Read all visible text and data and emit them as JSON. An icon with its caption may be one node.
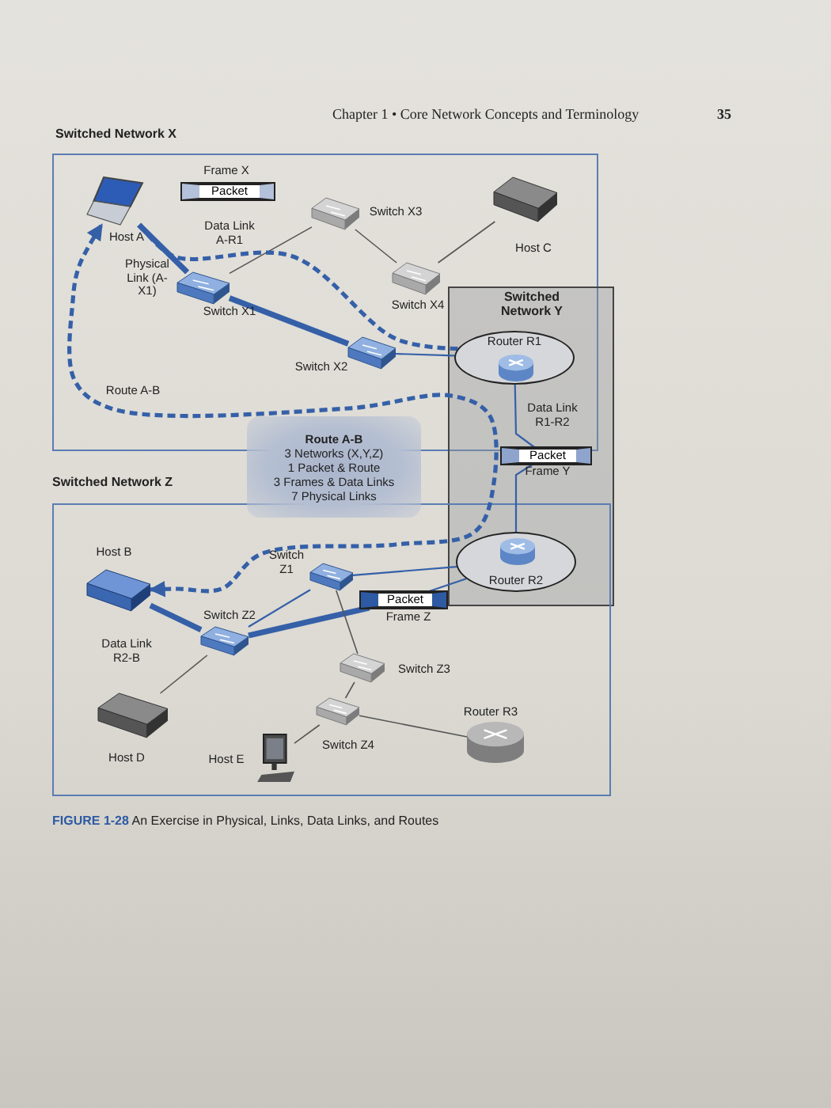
{
  "diagram": {
    "caption": "**FIGURE 1-28** An Exercise in Physical, Links, Data Links, and Routes",
    "nodes": [
      {
        "text": [
          "Switched Network X"
        ]
      },
      {
        "text": [
          "Switched Network Y"
        ]
      },
      {
        "text": [
          "Switched Network Z"
        ]
      },
      {
        "text": [],
        "shape": "picture",
        "in": 0,
        "beside": [
          "Host A"
        ]
      },
      {
        "text": [],
        "shape": "picture",
        "in": 0,
        "beside": [
          "Switch X1"
        ]
      },
      {
        "text": [],
        "shape": "picture",
        "in": 0,
        "beside": [
          "Switch X2"
        ]
      },
      {
        "text": [],
        "shape": "picture",
        "in": 0,
        "beside": [
          "Switch X3"
        ]
      },
      {
        "text": [],
        "shape": "picture",
        "in": 0,
        "beside": [
          "Switch X4"
        ]
      },
      {
        "text": [],
        "shape": "picture",
        "in": 0,
        "beside": [
          "Host C"
        ]
      },
      {
        "text": [
          "Router R1"
        ]
      },
      {
        "text": [
          "Packet"
        ],
        "in": 0,
        "beside": [
          "Frame X"
        ]
      },
      {
        "text": [
          "Packet"
        ],
        "in": 1,
        "beside": [
          "Frame Y"
        ]
      },
      {
        "text": [
          "Route A-B",
          "3 Networks (X,Y,Z)",
          "1 Packet & Route",
          "3 Frames & Data Links",
          "7 Physical Links"
        ]
      },
      {
        "text": [
          "Router R2"
        ]
      },
      {
        "text": [],
        "shape": "picture",
        "in": 2,
        "beside": [
          "Host B"
        ]
      },
      {
        "text": [],
        "shape": "picture",
        "in": 2,
        "beside": [
          "Switch Z1"
        ]
      },
      {
        "text": [
          "Packet"
        ],
        "in": 2,
        "beside": [
          "Frame Z"
        ]
      },
      {
        "text": [],
        "shape": "picture",
        "in": 2,
        "beside": [
          "Switch Z2"
        ]
      },
      {
        "text": [],
        "shape": "picture",
        "in": 2,
        "beside": [
          "Switch Z3"
        ]
      },
      {
        "text": [],
        "shape": "picture",
        "in": 2,
        "beside": [
          "Switch Z4"
        ]
      },
      {
        "text": [],
        "shape": "picture",
        "in": 2,
        "beside": [
          "Host D"
        ]
      },
      {
        "text": [],
        "shape": "picture",
        "in": 2,
        "beside": [
          "Host E"
        ]
      },
      {
        "text": [],
        "shape": "cylinder",
        "in": 2,
        "beside": [
          "Router R3"
        ]
      }
    ],
    "edges": [
      {
        "from": 3,
        "to": 4,
        "arrow": "none",
        "style": "thick"
      },
      {
        "from": 4,
        "to": 5,
        "arrow": "none",
        "style": "thick"
      },
      {
        "from": 5,
        "to": 9,
        "arrow": "none"
      },
      {
        "from": 4,
        "to": 6,
        "arrow": "none",
        "color": "#555555"
      },
      {
        "from": 6,
        "to": 7,
        "arrow": "none",
        "color": "#555555"
      },
      {
        "from": 7,
        "to": 8,
        "arrow": "none",
        "color": "#555555"
      },
      {
        "from": 3,
        "to": 9,
        "arrow": "none",
        "style": "dashed"
      },
      {
        "from": 9,
        "to": 11,
        "arrow": "none"
      },
      {
        "from": 11,
        "to": 13,
        "arrow": "none"
      },
      {
        "from": 13,
        "to": 15,
        "arrow": "none"
      },
      {
        "from": 13,
        "to": 16,
        "arrow": "none"
      },
      {
        "from": 16,
        "to": 17,
        "arrow": "none",
        "style": "thick"
      },
      {
        "from": 14,
        "to": 17,
        "arrow": "none",
        "style": "thick"
      },
      {
        "from": 17,
        "to": 15,
        "arrow": "none"
      },
      {
        "from": 15,
        "to": 18,
        "arrow": "none",
        "color": "#555555"
      },
      {
        "from": 18,
        "to": 19,
        "arrow": "none",
        "color": "#555555"
      },
      {
        "from": 19,
        "to": 21,
        "arrow": "none",
        "color": "#555555"
      },
      {
        "from": 19,
        "to": 22,
        "arrow": "none",
        "color": "#555555"
      },
      {
        "from": 17,
        "to": 20,
        "arrow": "none",
        "color": "#555555"
      },
      {
        "from": 14,
        "to": 3,
        "arrow": "both",
        "style": "dashed"
      }
    ],
    "labels": [
      "Chapter 1 • Core Network Concepts and Terminology",
      "35",
      "Data Link A-R1",
      "Physical Link (A-X1)",
      "Route A-B",
      "Data Link R1-R2",
      "Data Link R2-B"
    ]
  }
}
